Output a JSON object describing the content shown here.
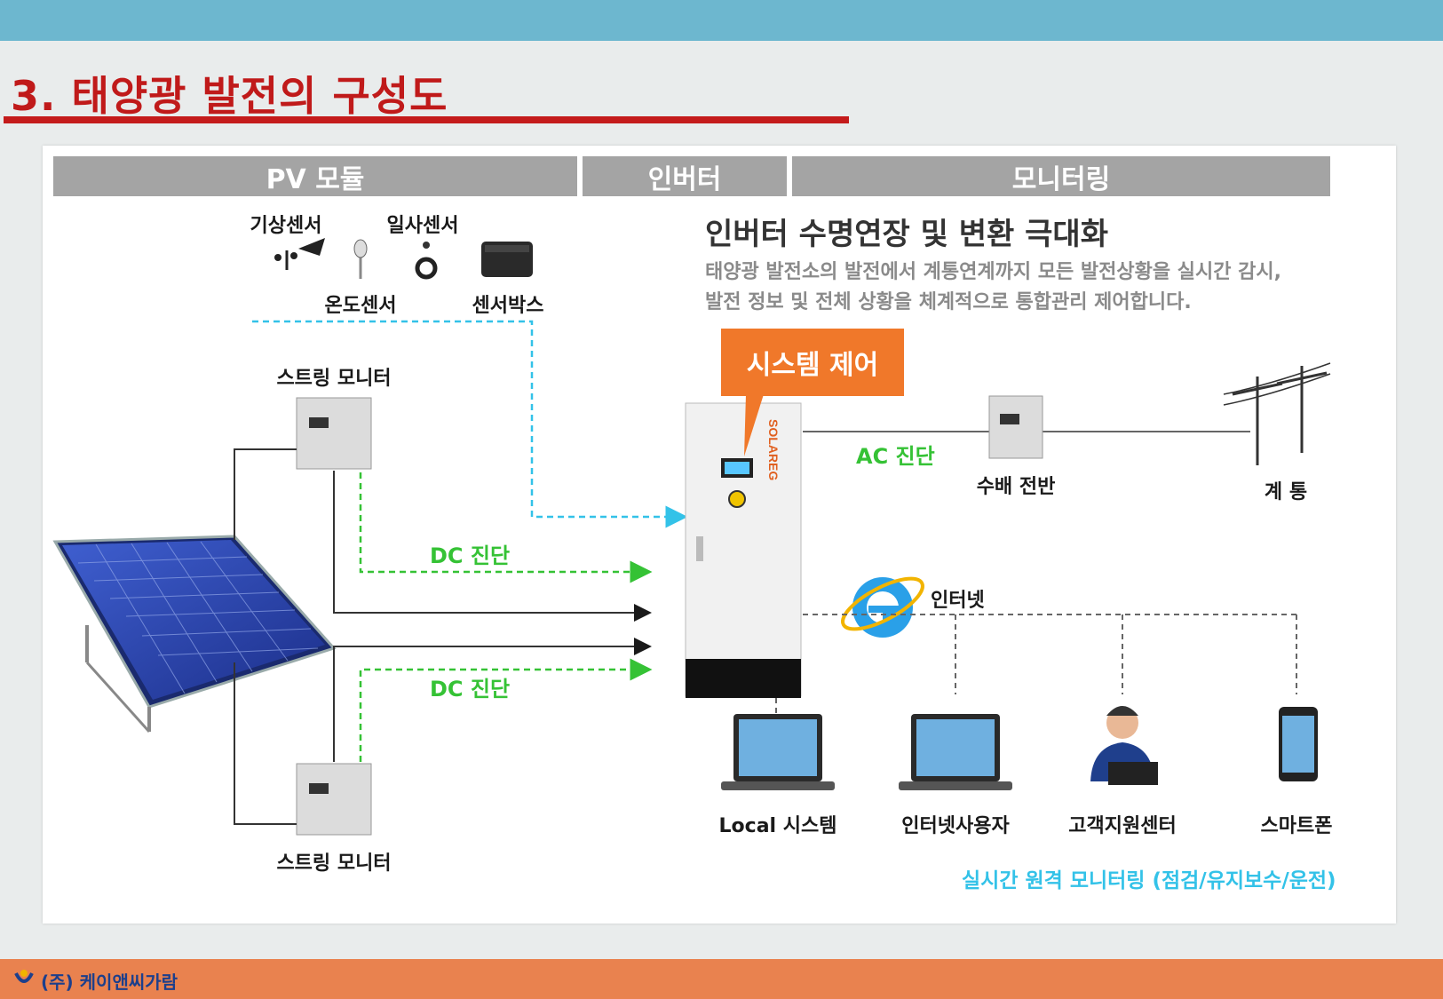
{
  "page": {
    "title": "3. 태양광 발전의 구성도"
  },
  "headers": {
    "pv": "PV 모듈",
    "inverter": "인버터",
    "monitoring": "모니터링"
  },
  "sensors": {
    "weather": "기상센서",
    "irradiance": "일사센서",
    "temperature": "온도센서",
    "sensor_box": "센서박스"
  },
  "string_monitor": {
    "top": "스트링 모니터",
    "bottom": "스트링 모니터"
  },
  "dc_cutoff": {
    "top": "DC 진단",
    "bottom": "DC 진단"
  },
  "ac_cutoff": "AC 진단",
  "panel_board": "수배 전반",
  "grid": "계 통",
  "internet": "인터넷",
  "inverter_text": {
    "headline": "인버터 수명연장 및 변환 극대화",
    "line1": "태양광 발전소의 발전에서 계통연계까지 모든 발전상황을 실시간 감시,",
    "line2": "발전 정보 및 전체 상황을 체계적으로 통합관리 제어합니다."
  },
  "system_control": "시스템 제어",
  "inverter_brand": "SOLAREG",
  "clients": {
    "local": "Local 시스템",
    "internet_user": "인터넷사용자",
    "support": "고객지원센터",
    "smartphone": "스마트폰"
  },
  "bottom_caption": "실시간 원격 모니터링 (점검/유지보수/운전)",
  "footer": {
    "company": "(주) 케이앤씨가람"
  },
  "colors": {
    "topbar": "#6db7cf",
    "title": "#c01a1a",
    "header_bg": "#a4a4a4",
    "accent_orange": "#f0782a",
    "dc_green": "#35c235",
    "data_cyan": "#33c2e8",
    "footer": "#e9824f"
  }
}
